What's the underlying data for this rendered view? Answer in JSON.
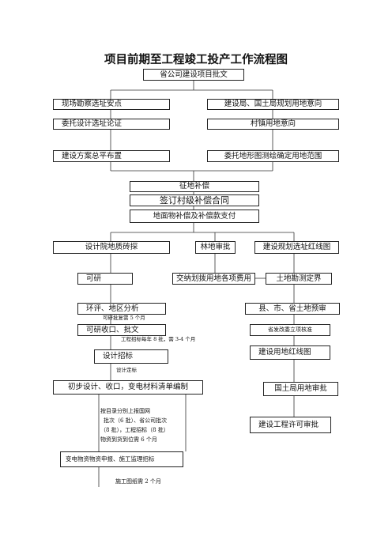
{
  "title": "项目前期至工程竣工投产工作流程图",
  "boxes": {
    "b_approve": "省公司建设项目批文",
    "b_survey": "现场勘察选址安点",
    "b_bureau": "建设局、国土局规划用地意向",
    "b_design_entrust": "委托设计选址论证",
    "b_town": "村镇用地意向",
    "b_plan": "建设方案总平布置",
    "b_topo": "委托地形图测绘确定用地范围",
    "b_land": "征地补偿",
    "b_contract": "签订村级补偿合同",
    "b_pay": "地面物补偿及补偿款支付",
    "b_geo": "设计院地质砖探",
    "b_forest": "林地审批",
    "b_redline": "建设规划选址红线图",
    "b_feasible": "可研",
    "b_fees": "交纳划拨用地各项费用",
    "b_boundary": "土地勘测定界",
    "b_env": "环评、地区分析",
    "b_county": "县、市、省土地预审",
    "b_receive": "可研收口、批文",
    "b_dev": "省发改委立项核准",
    "b_tender": "设计招标",
    "b_landredline": "建设用地红线图",
    "b_prelim": "初步设计、收口，变电材料清单编制",
    "b_landbureau": "国土局用地审批",
    "b_permit": "建设工程许可审批",
    "b_equip": "变电物资物资申报、施工监理招标"
  },
  "labels": {
    "l_reply": "可研批复需 5 个月",
    "l_tender_time": "工程招标每年 8 批，需 3-4 个月",
    "l_design_fix": "设计定标",
    "l_batch": [
      "按目录分别上报国网",
      "批次（6 批）、省公司批次",
      "（8 批），工程招标（8 批）",
      "物资到货到位需 6 个月"
    ],
    "l_drawing": "施工图纸需 2 个月"
  }
}
